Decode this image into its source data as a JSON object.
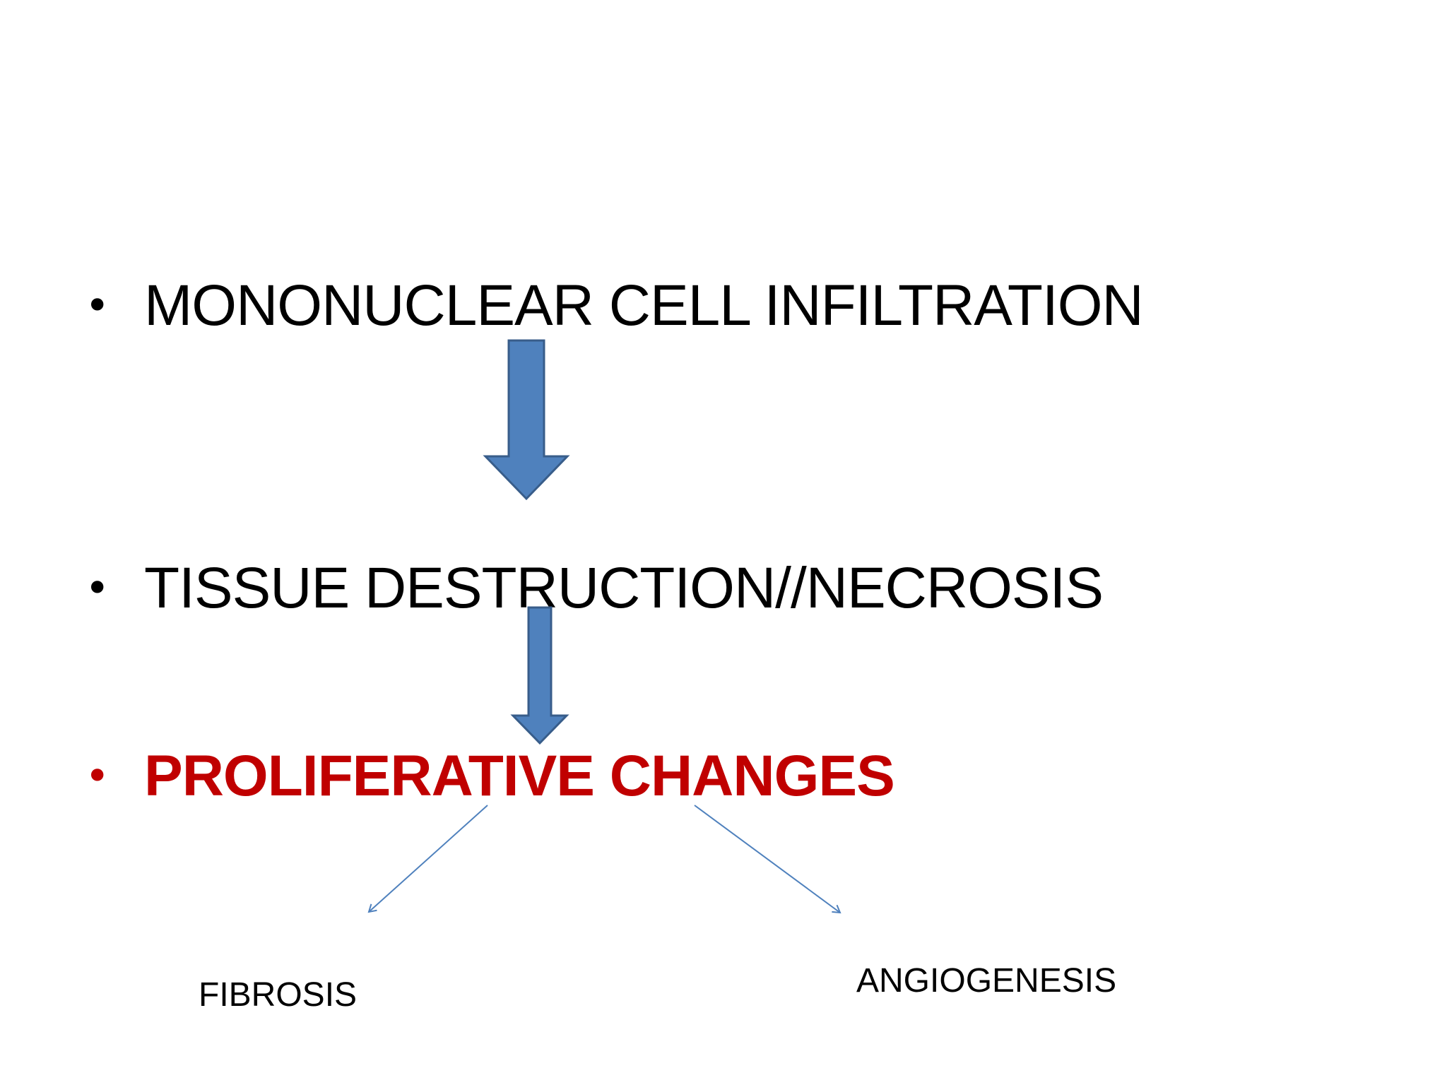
{
  "bullets": [
    {
      "text": "MONONUCLEAR CELL INFILTRATION",
      "color": "#000000"
    },
    {
      "text": "TISSUE DESTRUCTION//NECROSIS",
      "color": "#000000"
    },
    {
      "text": "PROLIFERATIVE CHANGES",
      "color": "#c00000"
    }
  ],
  "bullet_glyph": "•",
  "branches": {
    "left": "FIBROSIS",
    "right": "ANGIOGENESIS"
  },
  "colors": {
    "arrow_fill": "#4f81bd",
    "arrow_stroke": "#385d8a",
    "thin_arrow": "#4f81bd"
  }
}
